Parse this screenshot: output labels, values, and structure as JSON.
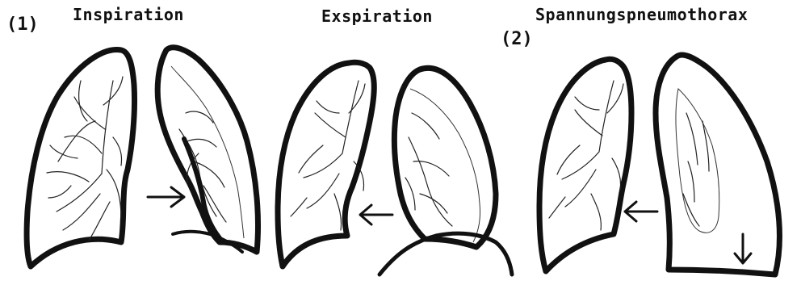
{
  "panel1": {
    "number": "(1)",
    "inspiration_title": "Inspiration",
    "expiration_title": "Exspiration"
  },
  "panel2": {
    "number": "(2)",
    "title": "Spannungspneumothorax"
  },
  "colors": {
    "ink": "#111111",
    "background": "#ffffff"
  }
}
